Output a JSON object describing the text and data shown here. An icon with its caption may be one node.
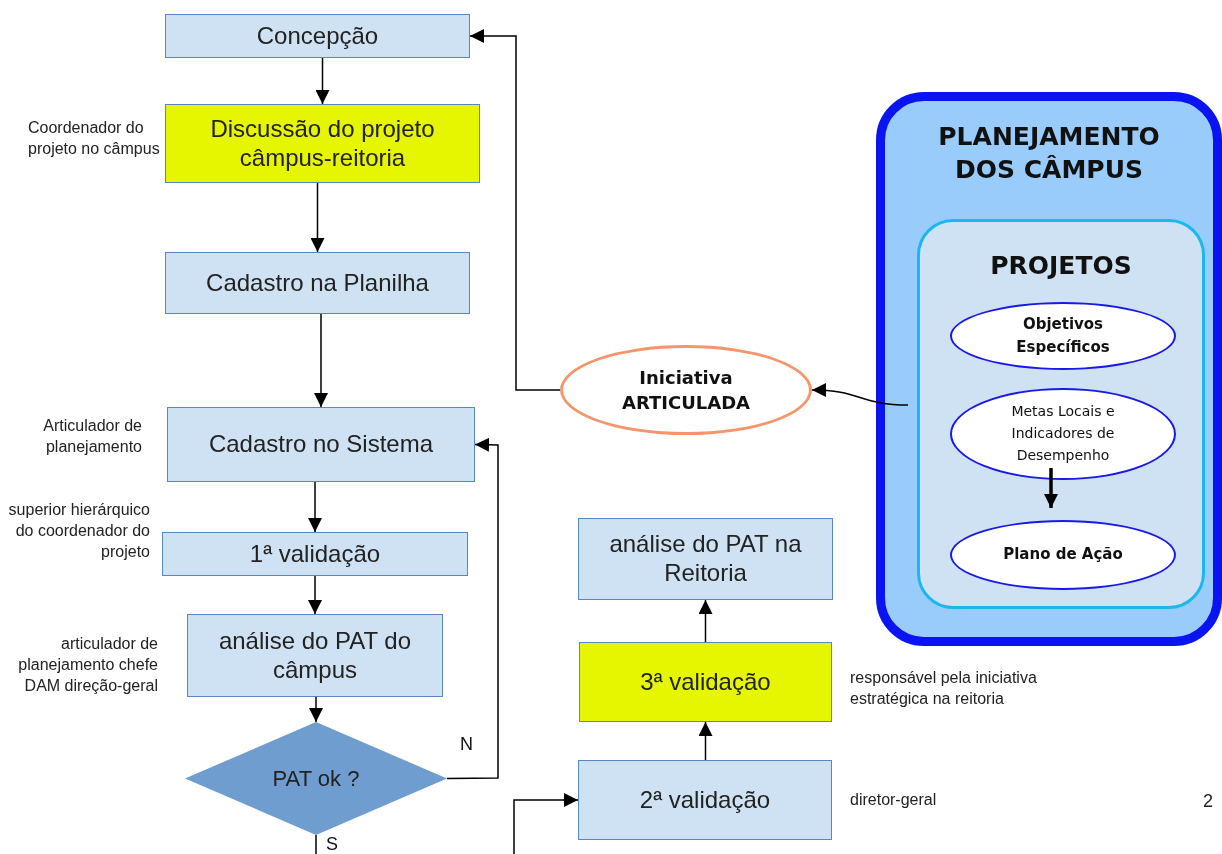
{
  "diagram": {
    "nodes": [
      {
        "text": [
          "Concepção"
        ]
      },
      {
        "text": [
          "Discussão do projeto câmpus-reitoria"
        ],
        "beside": [
          "Coordenador do projeto no câmpus"
        ]
      },
      {
        "text": [
          "Cadastro na Planilha"
        ]
      },
      {
        "text": [
          "Cadastro no Sistema"
        ],
        "beside": [
          "Articulador de planejamento"
        ]
      },
      {
        "text": [
          "1ª validação"
        ],
        "beside": [
          "superior hierárquico do coordenador do projeto"
        ]
      },
      {
        "text": [
          "análise do PAT do câmpus"
        ],
        "beside": [
          "articulador de planejamento chefe DAM direção-geral"
        ]
      },
      {
        "text": [
          "PAT ok ?"
        ]
      },
      {
        "text": [
          "análise do PAT na Reitoria"
        ]
      },
      {
        "text": [
          "3ª validação"
        ],
        "beside": [
          "responsável pela iniciativa estratégica na reitoria"
        ]
      },
      {
        "text": [
          "2ª validação"
        ],
        "beside": [
          "diretor-geral"
        ]
      },
      {
        "text": [
          "Iniciativa ARTICULADA"
        ]
      },
      {
        "text": [
          "PLANEJAMENTO DOS CÂMPUS"
        ]
      },
      {
        "text": [
          "PROJETOS"
        ],
        "in": 11
      },
      {
        "text": [
          "Objetivos Específicos"
        ],
        "in": 12
      },
      {
        "text": [
          "Metas Locais e Indicadores de Desempenho"
        ],
        "in": 12
      },
      {
        "text": [
          "Plano de Ação"
        ],
        "in": 12
      }
    ],
    "edges": [
      {
        "from": 0,
        "to": 1,
        "arrow": "to"
      },
      {
        "from": 1,
        "to": 2,
        "arrow": "to"
      },
      {
        "from": 2,
        "to": 3,
        "arrow": "to"
      },
      {
        "from": 3,
        "to": 4,
        "arrow": "to"
      },
      {
        "from": 4,
        "to": 5,
        "arrow": "to"
      },
      {
        "from": 5,
        "to": 6,
        "arrow": "to"
      },
      {
        "from": 6,
        "to": 3,
        "arrow": "to",
        "label": "N"
      },
      {
        "from": 6,
        "to": null,
        "arrow": "none",
        "label": "S"
      },
      {
        "from": null,
        "to": 9,
        "arrow": "to"
      },
      {
        "from": 9,
        "to": 8,
        "arrow": "to"
      },
      {
        "from": 8,
        "to": 7,
        "arrow": "to"
      },
      {
        "from": 10,
        "to": 0,
        "arrow": "to"
      },
      {
        "from": 12,
        "to": 10,
        "arrow": "to"
      },
      {
        "from": 14,
        "to": 15,
        "arrow": "to",
        "style": "thick"
      }
    ],
    "labels": [
      "2"
    ]
  }
}
